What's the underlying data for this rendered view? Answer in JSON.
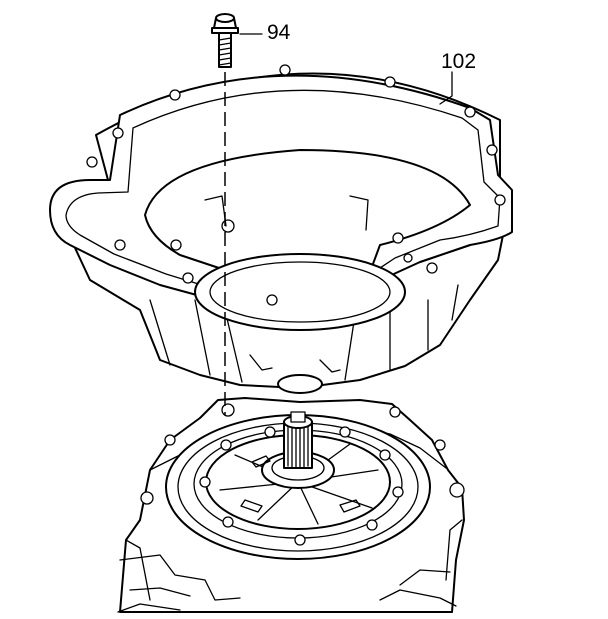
{
  "diagram": {
    "callouts": [
      {
        "id": "bolt",
        "label": "94"
      },
      {
        "id": "housing",
        "label": "102"
      }
    ]
  }
}
